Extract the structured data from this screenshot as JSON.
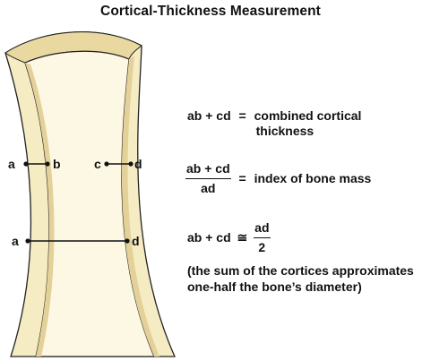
{
  "title": "Cortical-Thickness Measurement",
  "colors": {
    "cortex": "#f6ecc4",
    "medulla": "#fdf8e4",
    "outline": "#222222",
    "shade": "#d9c78d"
  },
  "labels": {
    "a": "a",
    "b": "b",
    "c": "c",
    "d": "d"
  },
  "formulas": {
    "f1": {
      "lhs": "ab + cd",
      "op": "=",
      "rhs_line1": "combined cortical",
      "rhs_line2": "thickness"
    },
    "f2": {
      "numerator": "ab + cd",
      "denominator": "ad",
      "op": "=",
      "rhs": "index of bone mass"
    },
    "f3": {
      "lhs": "ab + cd",
      "op": "≅",
      "numerator": "ad",
      "denominator": "2"
    }
  },
  "note": {
    "line1": "(the sum of the cortices approximates",
    "line2": "one-half the bone’s diameter)"
  }
}
